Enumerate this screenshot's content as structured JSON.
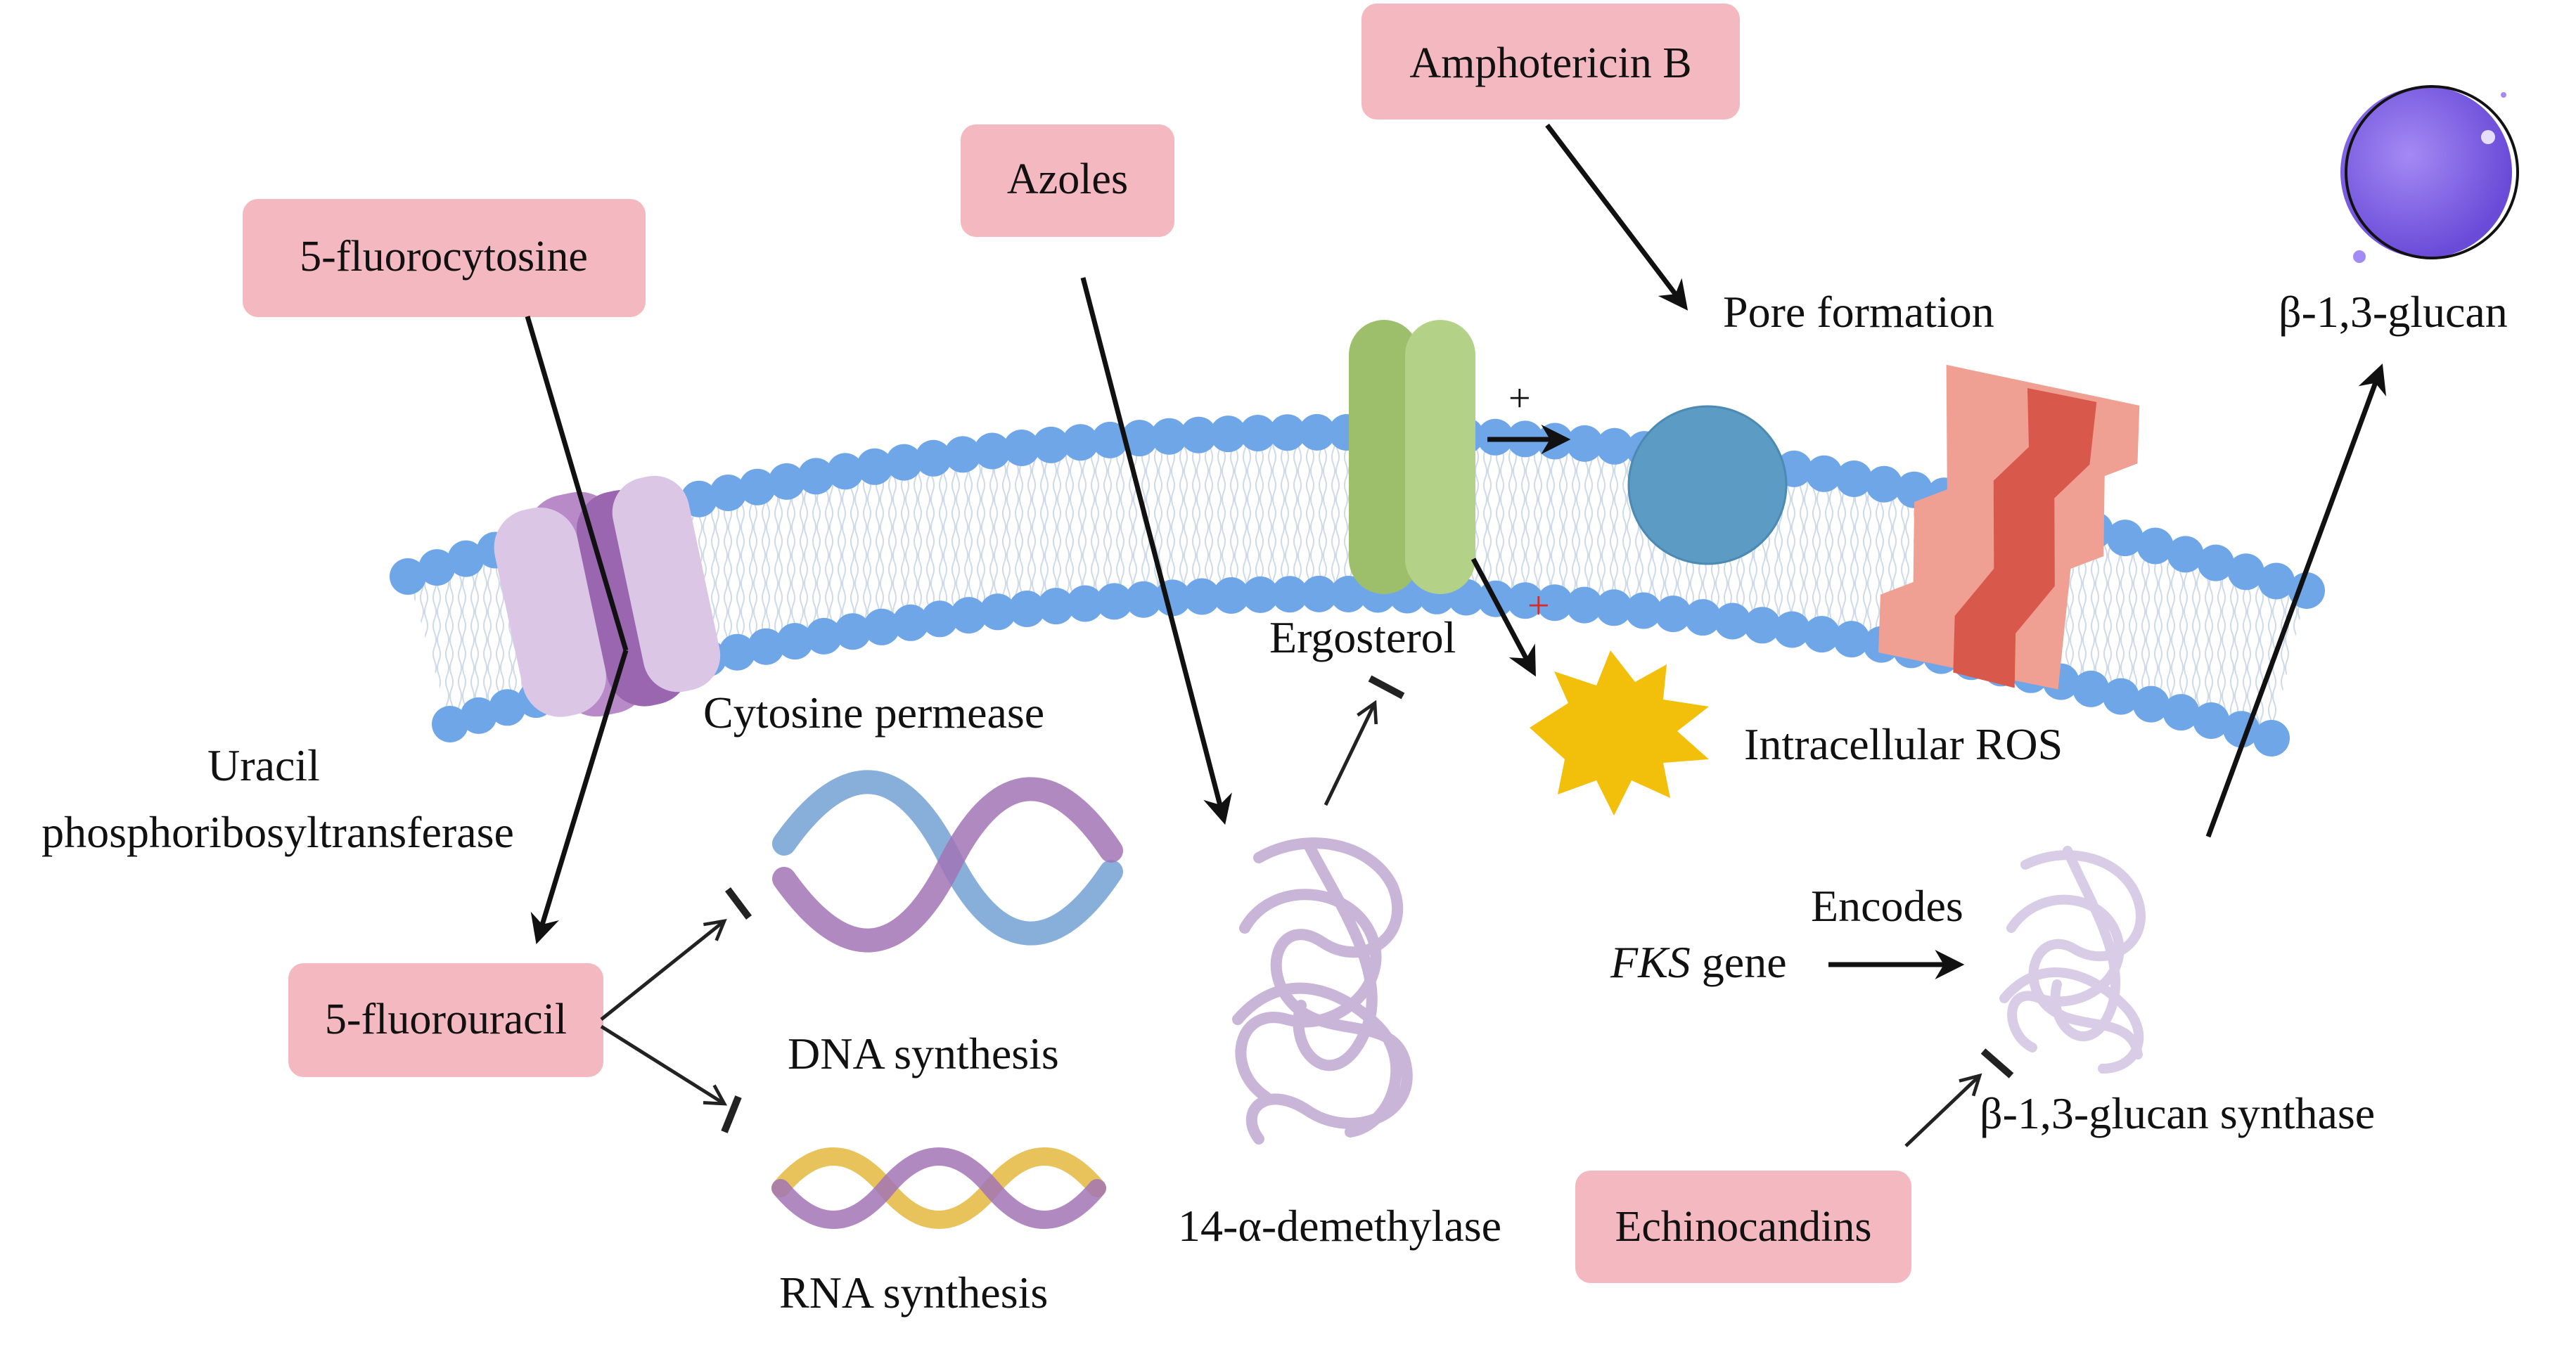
{
  "drugs": {
    "amphotericin_b": "Amphotericin B",
    "azoles": "Azoles",
    "flucytosine": "5-fluorocytosine",
    "fluorouracil": "5-fluorouracil",
    "echinocandins": "Echinocandins"
  },
  "labels": {
    "pore_formation": "Pore formation",
    "beta_glucan": "β-1,3-glucan",
    "cytosine_permease": "Cytosine permease",
    "uracil_1": "Uracil",
    "uracil_2": "phosphoribosyltransferase",
    "ergosterol": "Ergosterol",
    "intracellular_ros": "Intracellular ROS",
    "dna_synthesis": "DNA synthesis",
    "rna_synthesis": "RNA synthesis",
    "demethylase": "14-α-demethylase",
    "encodes": "Encodes",
    "fks": "FKS",
    "gene": " gene",
    "glucan_synthase": "β-1,3-glucan synthase",
    "plus_1": "+",
    "plus_2": "+"
  },
  "colors": {
    "drug_box": "#f4b8c0",
    "lipid_head": "#6ea6e8",
    "lipid_tail": "#c9d6e4",
    "permease": "#a578b8",
    "permease_light": "#dcc6e6",
    "ergosterol_channel": "#a9c97c",
    "pore": "#5b9bc4",
    "glucan_synthase_channel": "#e8766a",
    "ros_star": "#f2c00a",
    "protein_coil": "#c9b5d8",
    "glucan_sphere": "#7e63e6",
    "dna_blue": "#7aa6d6",
    "dna_purple": "#a274b6",
    "rna_yellow": "#e8c25a",
    "red_plus": "#d42b2b"
  }
}
